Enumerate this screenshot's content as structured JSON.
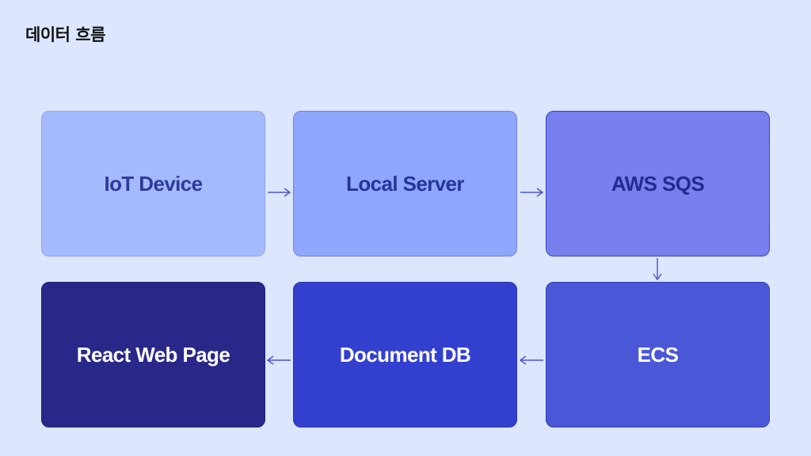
{
  "title": "데이터 흐름",
  "nodes": [
    {
      "id": "iot-device",
      "label": "IoT Device",
      "fill": "#A5BAFE",
      "border": "#8EA3F6",
      "text": "#2E3A9A"
    },
    {
      "id": "local-server",
      "label": "Local Server",
      "fill": "#8FA6FD",
      "border": "#6F80E8",
      "text": "#28339A"
    },
    {
      "id": "aws-sqs",
      "label": "AWS SQS",
      "fill": "#7880F0",
      "border": "#3D44B8",
      "text": "#232C8E"
    },
    {
      "id": "ecs",
      "label": "ECS",
      "fill": "#4A57D6",
      "border": "#3540B4",
      "text": "#FFFFFF"
    },
    {
      "id": "document-db",
      "label": "Document DB",
      "fill": "#3340CF",
      "border": "#2A33A8",
      "text": "#FFFFFF"
    },
    {
      "id": "react-web-page",
      "label": "React Web Page",
      "fill": "#292889",
      "border": "#201F70",
      "text": "#FFFFFF"
    }
  ],
  "edges": [
    {
      "from": "iot-device",
      "to": "local-server"
    },
    {
      "from": "local-server",
      "to": "aws-sqs"
    },
    {
      "from": "aws-sqs",
      "to": "ecs"
    },
    {
      "from": "ecs",
      "to": "document-db"
    },
    {
      "from": "document-db",
      "to": "react-web-page"
    }
  ],
  "arrow_color": "#4B55C9"
}
